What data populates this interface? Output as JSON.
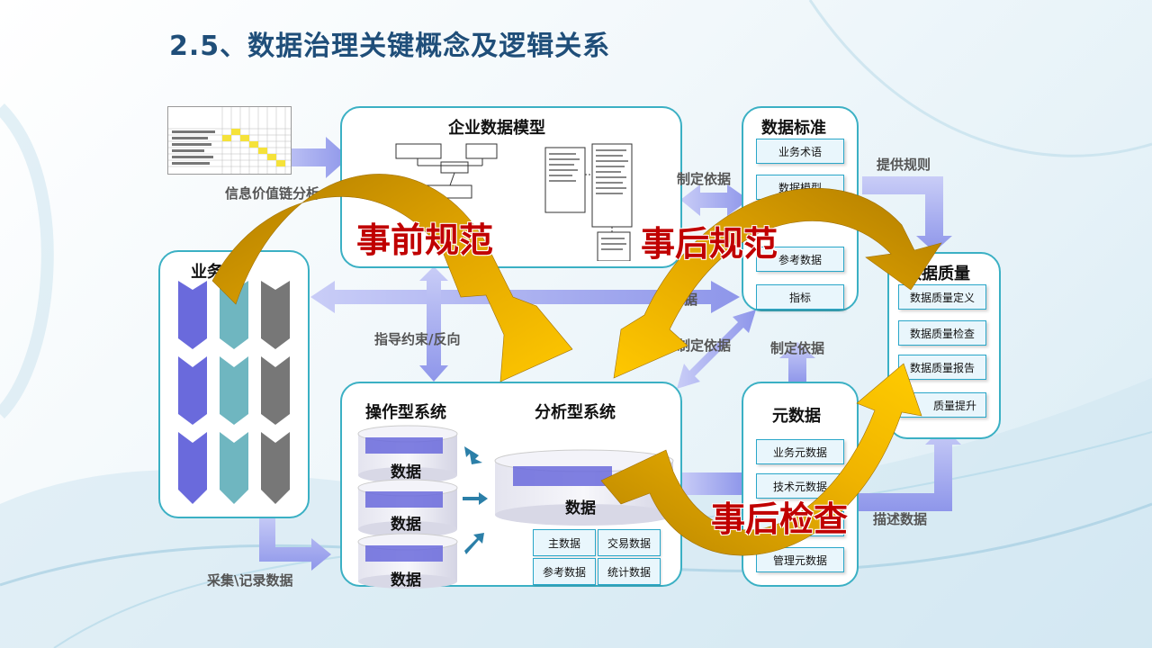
{
  "title": "2.5、数据治理关键概念及逻辑关系",
  "panels": {
    "enterprise_model": "企业数据模型",
    "data_standard": "数据标准",
    "data_quality": "数据质量",
    "metadata": "元数据",
    "business": "业务",
    "operational": "操作型系统",
    "analytical": "分析型系统"
  },
  "data_standard_items": [
    "业务术语",
    "数据模型",
    "参考数据",
    "指标"
  ],
  "data_quality_items": [
    "数据质量定义",
    "数据质量检查",
    "数据质量报告",
    "质量提升"
  ],
  "metadata_items": [
    "业务元数据",
    "技术元数据",
    "管理元数据"
  ],
  "analytic_cells": [
    "主数据",
    "交易数据",
    "参考数据",
    "统计数据"
  ],
  "db_label": "数据",
  "flow_labels": {
    "value_chain": "信息价值链分析",
    "basis1": "制定依据",
    "provide_rules": "提供规则",
    "guide": "指导约束/反向",
    "basis2": "制定依据",
    "basis3": "制定依据",
    "collect": "采集\\记录数据",
    "describe": "描述数据",
    "partial_ju": "据"
  },
  "overlay_labels": {
    "pre": "事前规范",
    "post": "事后规范",
    "check": "事后检查"
  },
  "colors": {
    "title": "#1f4e79",
    "panel_border": "#3bb0c4",
    "arrow_gold": "#e6a800",
    "arrow_blue": "#9fa6ef",
    "overlay_text": "#c00000"
  }
}
